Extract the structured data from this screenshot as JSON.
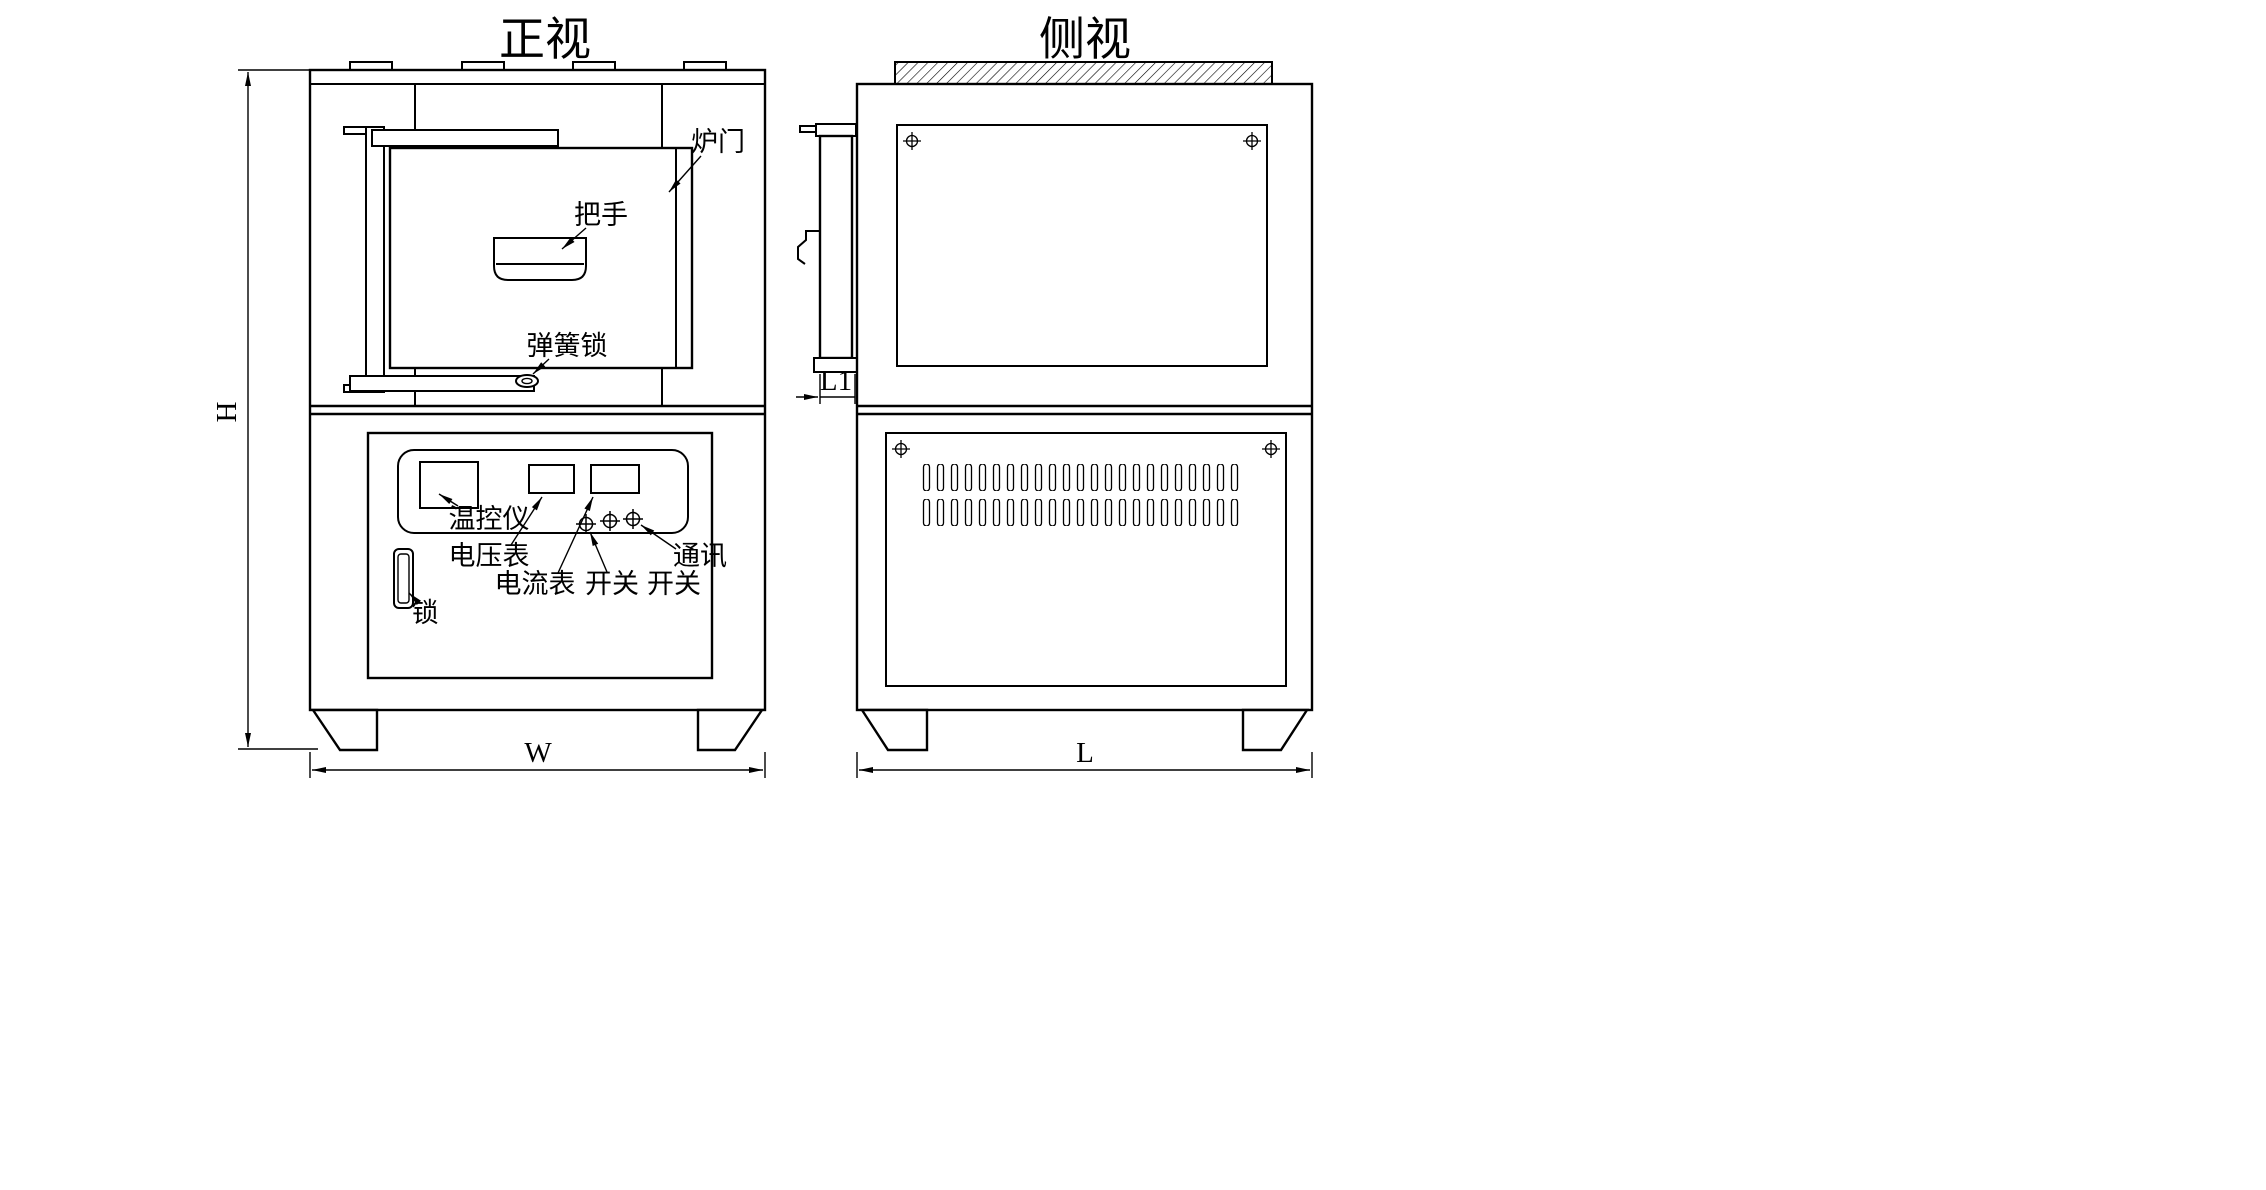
{
  "drawing": {
    "titles": {
      "front": "正视",
      "side": "侧视"
    },
    "labels": {
      "furnace_door": "炉门",
      "handle": "把手",
      "spring_lock": "弹簧锁",
      "temp_controller": "温控仪",
      "voltmeter": "电压表",
      "ammeter": "电流表",
      "power_switch": "开关",
      "comm_top": "通讯",
      "comm_bottom": "开关",
      "lock": "锁"
    },
    "dimensions": {
      "height": "H",
      "width": "W",
      "length": "L",
      "door_depth": "L1"
    },
    "colors": {
      "line": "#000000",
      "background": "#ffffff"
    }
  }
}
